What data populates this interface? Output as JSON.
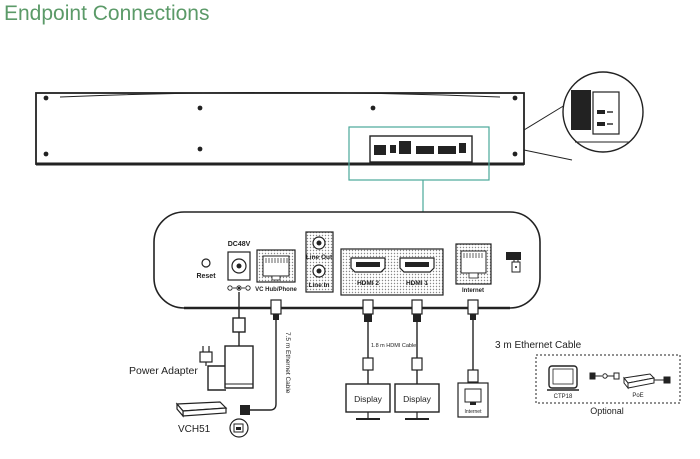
{
  "title": "Endpoint Connections",
  "colors": {
    "title": "#5b9a68",
    "callout": "#4aa89a",
    "line": "#222222"
  },
  "ports": {
    "reset": "Reset",
    "dc48v": "DC48V",
    "vc_hub": "VC Hub/Phone",
    "line_out": "Line Out",
    "line_in": "Line In",
    "hdmi2": "HDMI 2",
    "hdmi1": "HDMI 1",
    "internet": "Internet"
  },
  "labels": {
    "power_adapter": "Power Adapter",
    "vch51": "VCH51",
    "ethernet_7_5m": "7.5 m Ethernet Cable",
    "hdmi_cable": "1.8 m HDMI Cable",
    "ethernet_3m": "3 m Ethernet Cable",
    "display_a": "Display",
    "display_b": "Display",
    "internet_outlet": "Internet",
    "ctp18": "CTP18",
    "poe": "PoE",
    "optional": "Optional"
  },
  "icons": [
    "lock-icon",
    "reset-button-icon",
    "rj45-port-icon",
    "hdmi-port-icon",
    "audio-jack-icon",
    "dc-polarity-icon",
    "ethernet-plug-icon",
    "hdmi-plug-icon"
  ]
}
